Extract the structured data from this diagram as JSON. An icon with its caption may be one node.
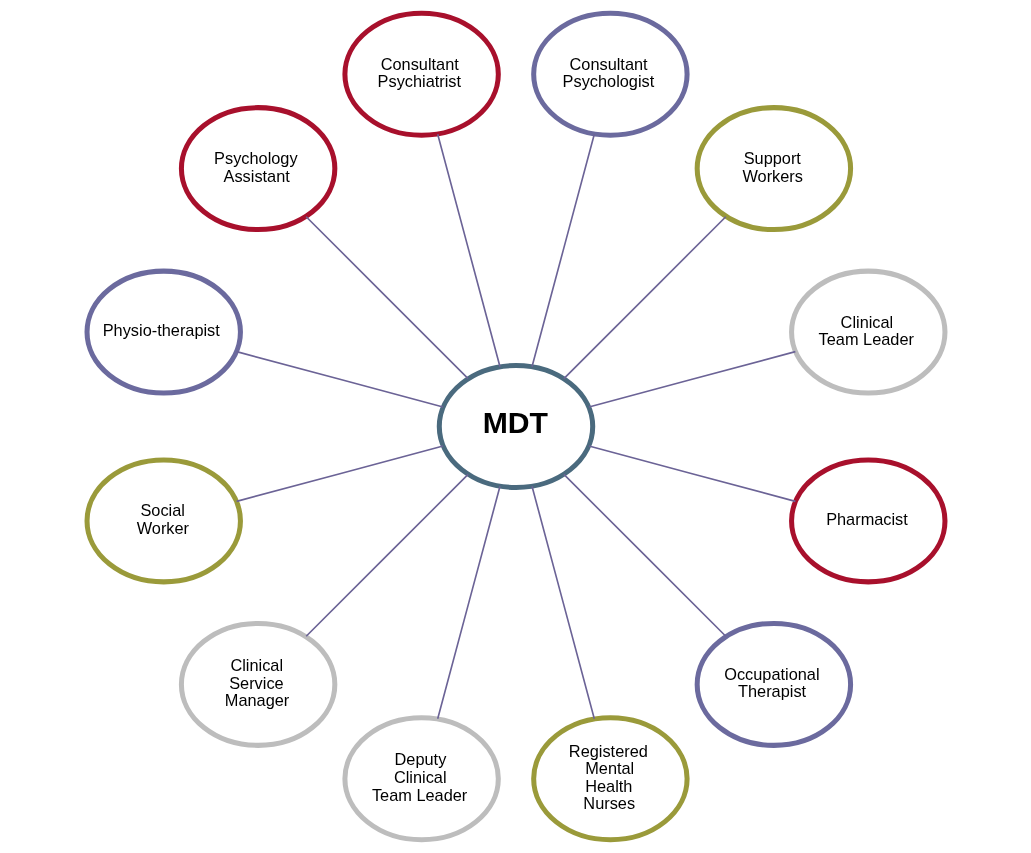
{
  "diagram": {
    "nodes": [
      {
        "text": [
          "Clinical Team Leader"
        ]
      },
      {
        "text": [
          "Support Workers"
        ]
      },
      {
        "text": [
          "Consultant Psychologist"
        ]
      },
      {
        "text": [
          "Consultant Psychiatrist"
        ]
      },
      {
        "text": [
          "Psychology Assistant"
        ]
      },
      {
        "text": [
          "Physio-therapist"
        ]
      },
      {
        "text": [
          "MDT"
        ]
      },
      {
        "text": [
          "Social Worker"
        ]
      },
      {
        "text": [
          "Clinical Service Manager"
        ]
      },
      {
        "text": [
          "Deputy Clinical Team Leader"
        ]
      },
      {
        "text": [
          "Registered Mental Health Nurses"
        ]
      },
      {
        "text": [
          "Occupational Therapist"
        ]
      },
      {
        "text": [
          "Pharmacist"
        ]
      }
    ],
    "edges": [
      {
        "from": 6,
        "to": 0,
        "arrow": "none"
      },
      {
        "from": 6,
        "to": 2,
        "arrow": "none"
      },
      {
        "from": 6,
        "to": 4,
        "arrow": "none"
      },
      {
        "from": 6,
        "to": 7,
        "arrow": "none"
      },
      {
        "from": 6,
        "to": 9,
        "arrow": "none"
      },
      {
        "from": 6,
        "to": 11,
        "arrow": "none"
      },
      {
        "from": 6,
        "to": 12,
        "arrow": "none"
      },
      {
        "from": 6,
        "to": 10,
        "arrow": "none"
      },
      {
        "from": 6,
        "to": 8,
        "arrow": "none"
      },
      {
        "from": 6,
        "to": 5,
        "arrow": "none"
      },
      {
        "from": 6,
        "to": 3,
        "arrow": "none"
      },
      {
        "from": 6,
        "to": 1,
        "arrow": "none"
      }
    ]
  }
}
